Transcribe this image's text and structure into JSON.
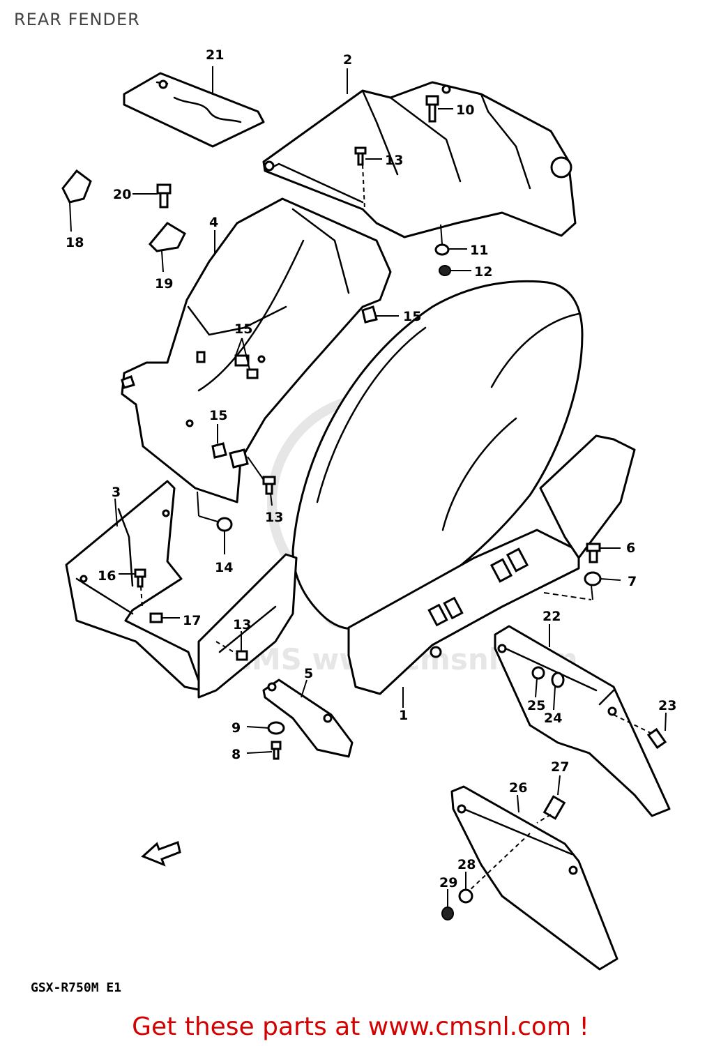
{
  "page_title": "REAR FENDER",
  "model_code": "GSX-R750M E1",
  "footer_text": "Get these parts at www.cmsnl.com !",
  "watermark_text": "CMS www.cmsnl.com",
  "accent_color": "#d40000",
  "callouts": {
    "c1": "1",
    "c2": "2",
    "c3": "3",
    "c4": "4",
    "c5": "5",
    "c6": "6",
    "c7": "7",
    "c8": "8",
    "c9": "9",
    "c10": "10",
    "c11": "11",
    "c12": "12",
    "c13a": "13",
    "c13b": "13",
    "c13c": "13",
    "c14": "14",
    "c15a": "15",
    "c15b": "15",
    "c15c": "15",
    "c16": "16",
    "c17": "17",
    "c18": "18",
    "c19": "19",
    "c20": "20",
    "c21": "21",
    "c22": "22",
    "c23": "23",
    "c24": "24",
    "c25": "25",
    "c26": "26",
    "c27": "27",
    "c28": "28",
    "c29": "29"
  }
}
